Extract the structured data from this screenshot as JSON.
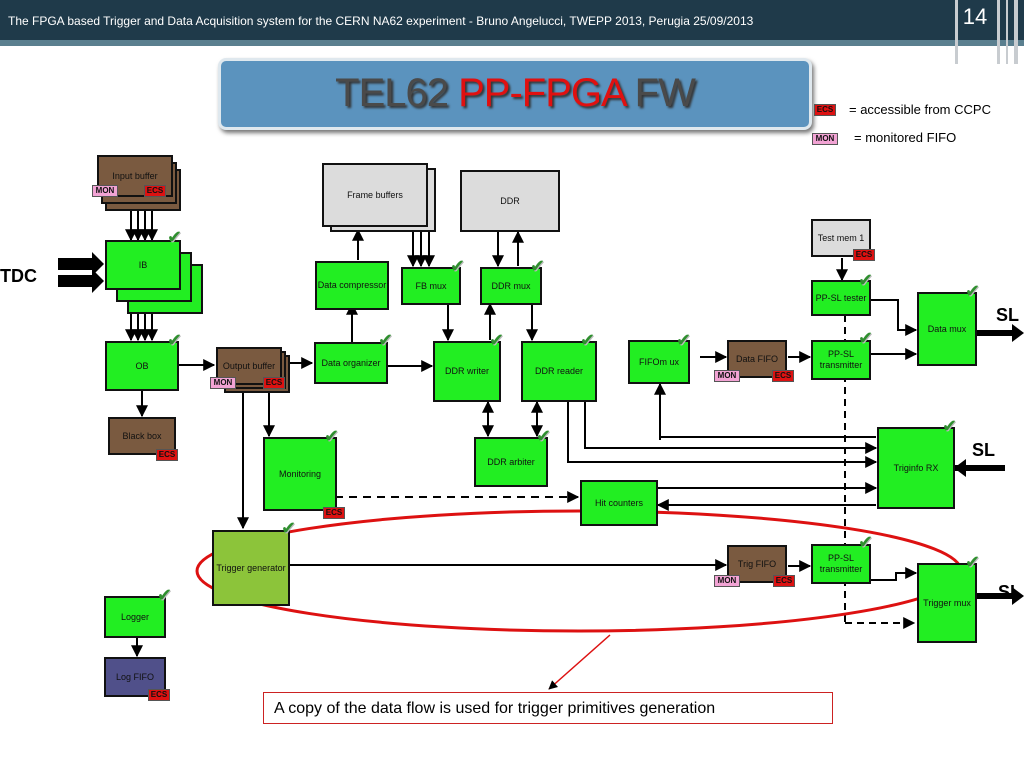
{
  "header": {
    "title": "The FPGA based Trigger and Data Acquisition system for the CERN NA62 experiment - Bruno Angelucci, TWEPP 2013, Perugia 25/09/2013",
    "page_number": "14"
  },
  "slide_title": {
    "part1": "TEL62 ",
    "part2": "PP-FPGA",
    "part3": " FW"
  },
  "legend": {
    "ecs_tag": "ECS",
    "ecs_text": "= accessible from CCPC",
    "mon_tag": "MON",
    "mon_text": "= monitored FIFO"
  },
  "tags": {
    "ecs": "ECS",
    "mon": "MON"
  },
  "blocks": {
    "input_buffer": "Input buffer",
    "ib": "IB",
    "ob": "OB",
    "black_box": "Black box",
    "output_buffer": "Output buffer",
    "monitoring": "Monitoring",
    "trigger_generator": "Trigger generator",
    "logger": "Logger",
    "log_fifo": "Log FIFO",
    "frame_buffers": "Frame buffers",
    "ddr": "DDR",
    "data_compressor": "Data compressor",
    "fb_mux": "FB mux",
    "ddr_mux": "DDR mux",
    "data_organizer": "Data organizer",
    "ddr_writer": "DDR writer",
    "ddr_reader": "DDR reader",
    "ddr_arbiter": "DDR arbiter",
    "hit_counters": "Hit counters",
    "fifomux": "FIFOm ux",
    "data_fifo": "Data FIFO",
    "trig_fifo": "Trig FIFO",
    "test_mem": "Test mem 1",
    "ppsl_tester": "PP-SL tester",
    "ppsl_transmitter_1": "PP-SL transmitter",
    "ppsl_transmitter_2": "PP-SL transmitter",
    "data_mux": "Data mux",
    "triginfo_rx": "Triginfo RX",
    "trigger_mux": "Trigger mux"
  },
  "side_labels": {
    "tdc": "TDC",
    "sl_top": "SL",
    "sl_mid": "SL",
    "sl_bottom": "SL"
  },
  "note": "A copy of the data flow is used for trigger primitives generation",
  "colors": {
    "block_green": "#22ee22",
    "block_brown": "#7a5a40",
    "highlight_red": "#dd1111",
    "title_blue": "#5b93be"
  }
}
